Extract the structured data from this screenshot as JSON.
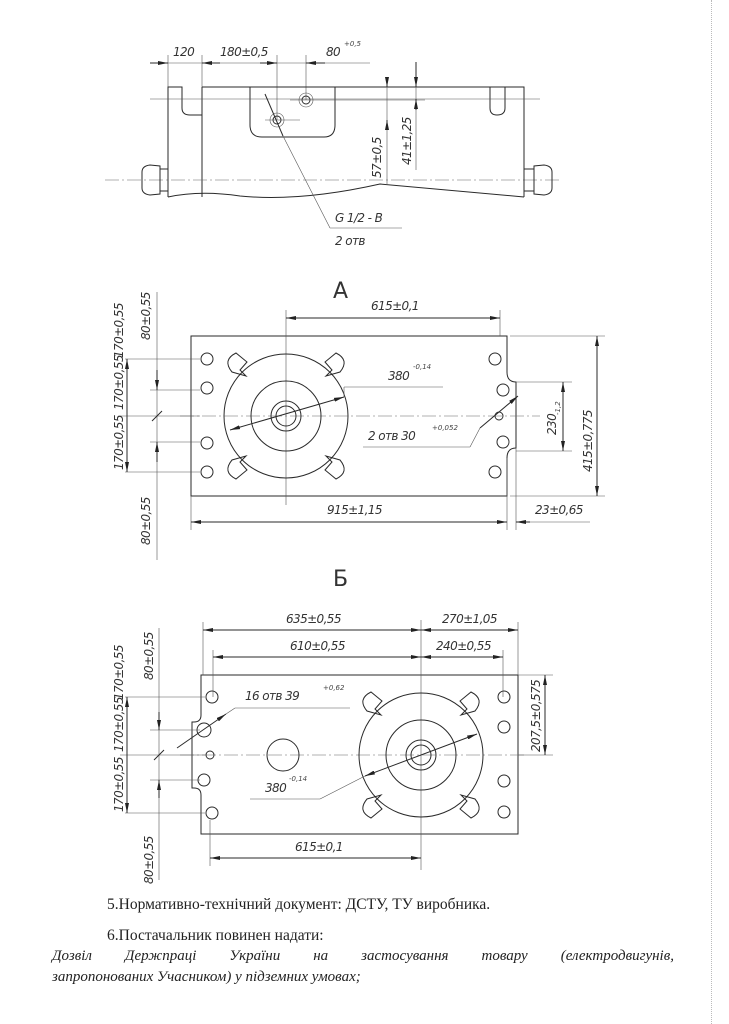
{
  "drawing_top": {
    "dims": {
      "d120": "120",
      "d180": "180±0,5",
      "d80": "80",
      "d80_tol": "+0,5",
      "d57": "57±0,5",
      "d41": "41±1,25"
    },
    "thread": "G 1/2 - B",
    "thread_count": "2 отв"
  },
  "view_a": {
    "label": "А",
    "d615": "615±0,1",
    "d915": "915±1,15",
    "d23": "23±0,65",
    "d415": "415±0,775",
    "d230": "230",
    "d230_tol": "-1,2",
    "d380": "380",
    "d380_tol": "-0,14",
    "holes": "2 отв  30",
    "holes_tol": "+0,052",
    "left_dims": [
      "80±0,55",
      "170±0,55",
      "170±0,55",
      "170±0,55",
      "80±0,55"
    ]
  },
  "view_b": {
    "label": "Б",
    "d635": "635±0,55",
    "d270": "270±1,05",
    "d610": "610±0,55",
    "d240": "240±0,55",
    "d615": "615±0,1",
    "d207": "207,5±0,575",
    "holes": "16 отв  39",
    "holes_tol": "+0,62",
    "d380": "380",
    "d380_tol": "-0,14",
    "left_dims": [
      "80±0,55",
      "170±0,55",
      "170±0,55",
      "170±0,55",
      "80±0,55"
    ]
  },
  "text": {
    "item5": "5.Нормативно-технічний документ: ДСТУ, ТУ виробника.",
    "item6": "6.Постачальник повинен надати:",
    "req_line1": "Дозвіл Держпраці України на застосування товару (електродвигунів,",
    "req_line2": "запропонованих Учасником) у підземних умовах;"
  }
}
